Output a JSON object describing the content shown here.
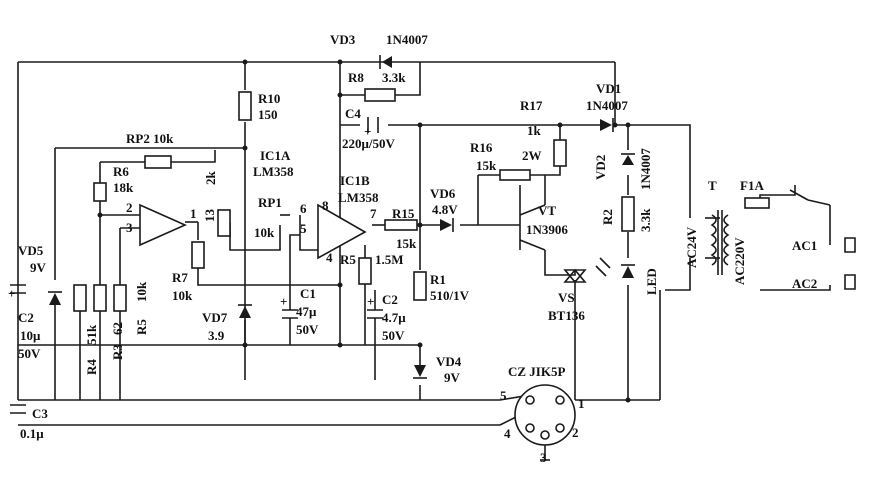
{
  "labels": {
    "vd3": "VD3",
    "vd3_type": "1N4007",
    "r8": "R8",
    "r8_val": "3.3k",
    "r10": "R10",
    "r10_val": "150",
    "c4": "C4",
    "c4_val": "220μ/50V",
    "vd1": "VD1",
    "vd1_type": "1N4007",
    "r17": "R17",
    "r17_val": "1k",
    "r17_w": "2W",
    "rp2": "RP2 10k",
    "r6": "R6",
    "r6_val": "18k",
    "ic1a": "IC1A",
    "ic1a_type": "LM358",
    "r16": "R16",
    "r16_val": "15k",
    "vd2": "VD2",
    "vd2_type": "1N4007",
    "t": "T",
    "f1a": "F1A",
    "ic1b": "IC1B",
    "ic1b_type": "LM358",
    "vd6": "VD6",
    "vd6_val": "4.8V",
    "vt": "VT",
    "vt_type": "1N3906",
    "r2": "R2",
    "r2_val": "3.3k",
    "ac24v": "AC24V",
    "ac220v": "AC220V",
    "rp1": "RP1",
    "rp1_val": "10k",
    "r15": "R15",
    "r15_val": "15k",
    "ac1": "AC1",
    "ac2": "AC2",
    "vd5": "VD5",
    "vd5_val": "9V",
    "r5": "R5",
    "r5_val": "1.5M",
    "r1": "R1",
    "r1_val": "510/1V",
    "led": "LED",
    "r7": "R7",
    "r7_val": "10k",
    "c1": "C1",
    "c1_val1": "47μ",
    "c1_val2": "50V",
    "c2b": "C2",
    "c2b_val1": "4.7μ",
    "c2b_val2": "50V",
    "vs": "VS",
    "vs_type": "BT136",
    "c2": "C2",
    "c2_val1": "10μ",
    "c2_val2": "50V",
    "r4": "R4",
    "r4_val": "51k",
    "r3": "R3",
    "r3_val": "62",
    "r5l": "R5",
    "r5l_val": "10k",
    "vd7": "VD7",
    "vd7_val": "3.9",
    "vd4": "VD4",
    "vd4_val": "9V",
    "cz": "CZ JIK5P",
    "c3": "C3",
    "c3_val": "0.1μ",
    "pin1": "1",
    "pin2": "2",
    "pin3": "3",
    "pin4": "4",
    "pin5": "5",
    "pin6": "6",
    "pin7": "7",
    "pin8": "8",
    "op_pin1": "1",
    "op_pin2": "2",
    "op_pin3": "3",
    "op_pin4": "4",
    "op_pin5": "5",
    "rp2_k": "2k",
    "r13": "13",
    "plus_c2": "+",
    "plus_c1": "+",
    "plus_c2b": "+",
    "plus_c4": "+"
  }
}
